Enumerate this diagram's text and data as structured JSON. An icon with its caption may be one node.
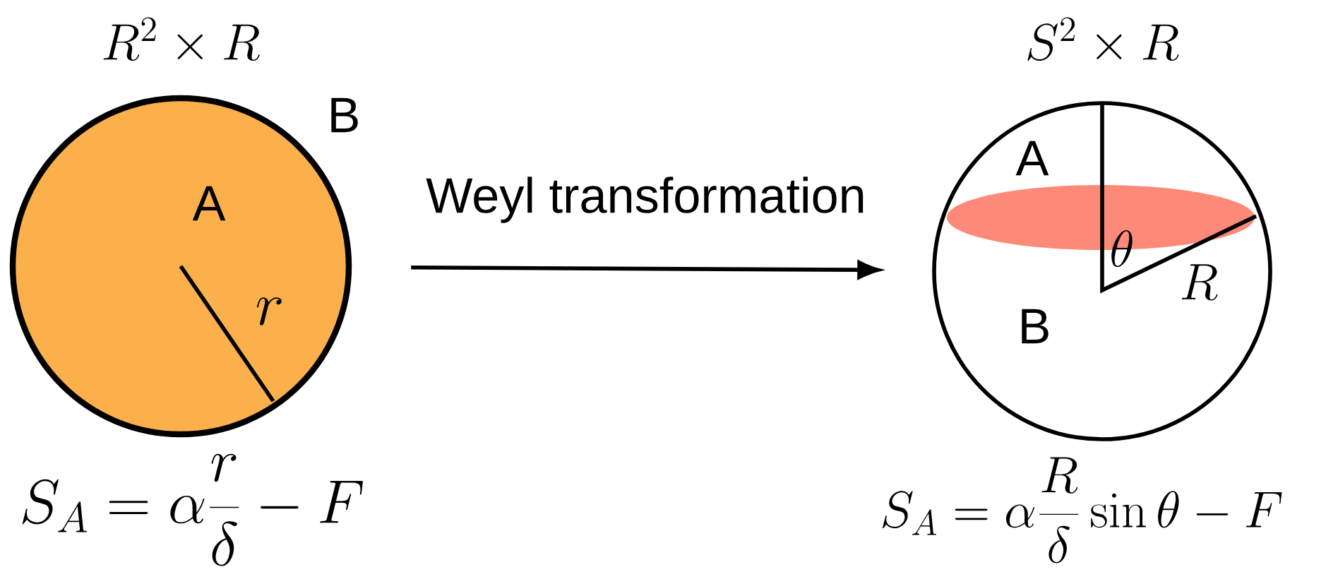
{
  "diagram": {
    "nodes": [
      {
        "text": [
          "A"
        ],
        "beside": [
          "R^2 \\times R",
          "S_A = \\alpha\\frac{r}{\\delta} - F"
        ]
      },
      {
        "text": [
          "A",
          "B"
        ],
        "beside": [
          "S^2 \\times R",
          "S_A = \\alpha\\frac{R}{\\delta}\\sin\\theta - F"
        ]
      }
    ],
    "edges": [
      {
        "from": 0,
        "to": 1,
        "arrow": "to",
        "label": "Weyl transformation"
      }
    ],
    "labels": [
      "B",
      "r",
      "\\theta",
      "R"
    ]
  }
}
